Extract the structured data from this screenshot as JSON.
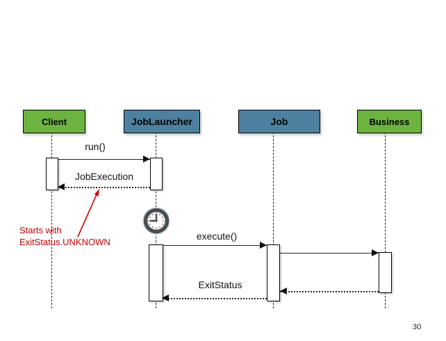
{
  "diagram": {
    "type": "uml-sequence-diagram",
    "participants": [
      {
        "name": "Client",
        "fill": "#6db33f"
      },
      {
        "name": "JobLauncher",
        "fill": "#4e80a0"
      },
      {
        "name": "Job",
        "fill": "#4e80a0"
      },
      {
        "name": "Business",
        "fill": "#6db33f"
      }
    ],
    "messages": [
      {
        "label": "run()",
        "from": "Client",
        "to": "JobLauncher",
        "line": "solid"
      },
      {
        "label": "JobExecution",
        "from": "JobLauncher",
        "to": "Client",
        "line": "dotted-return"
      },
      {
        "label": "execute()",
        "from": "JobLauncher",
        "to": "Job",
        "line": "solid"
      },
      {
        "label": "",
        "from": "Job",
        "to": "Business",
        "line": "solid"
      },
      {
        "label": "",
        "from": "Business",
        "to": "Job",
        "line": "dotted-return"
      },
      {
        "label": "ExitStatus",
        "from": "Job",
        "to": "JobLauncher",
        "line": "dotted-return"
      }
    ],
    "annotation": {
      "line1": "Starts with",
      "line2": "ExitStatus.UNKNOWN",
      "color": "#c00000",
      "points_to": "JobExecution return message"
    },
    "icons": [
      {
        "name": "clock-icon",
        "meaning": "timed start of execute()"
      }
    ],
    "page_number": "30"
  }
}
